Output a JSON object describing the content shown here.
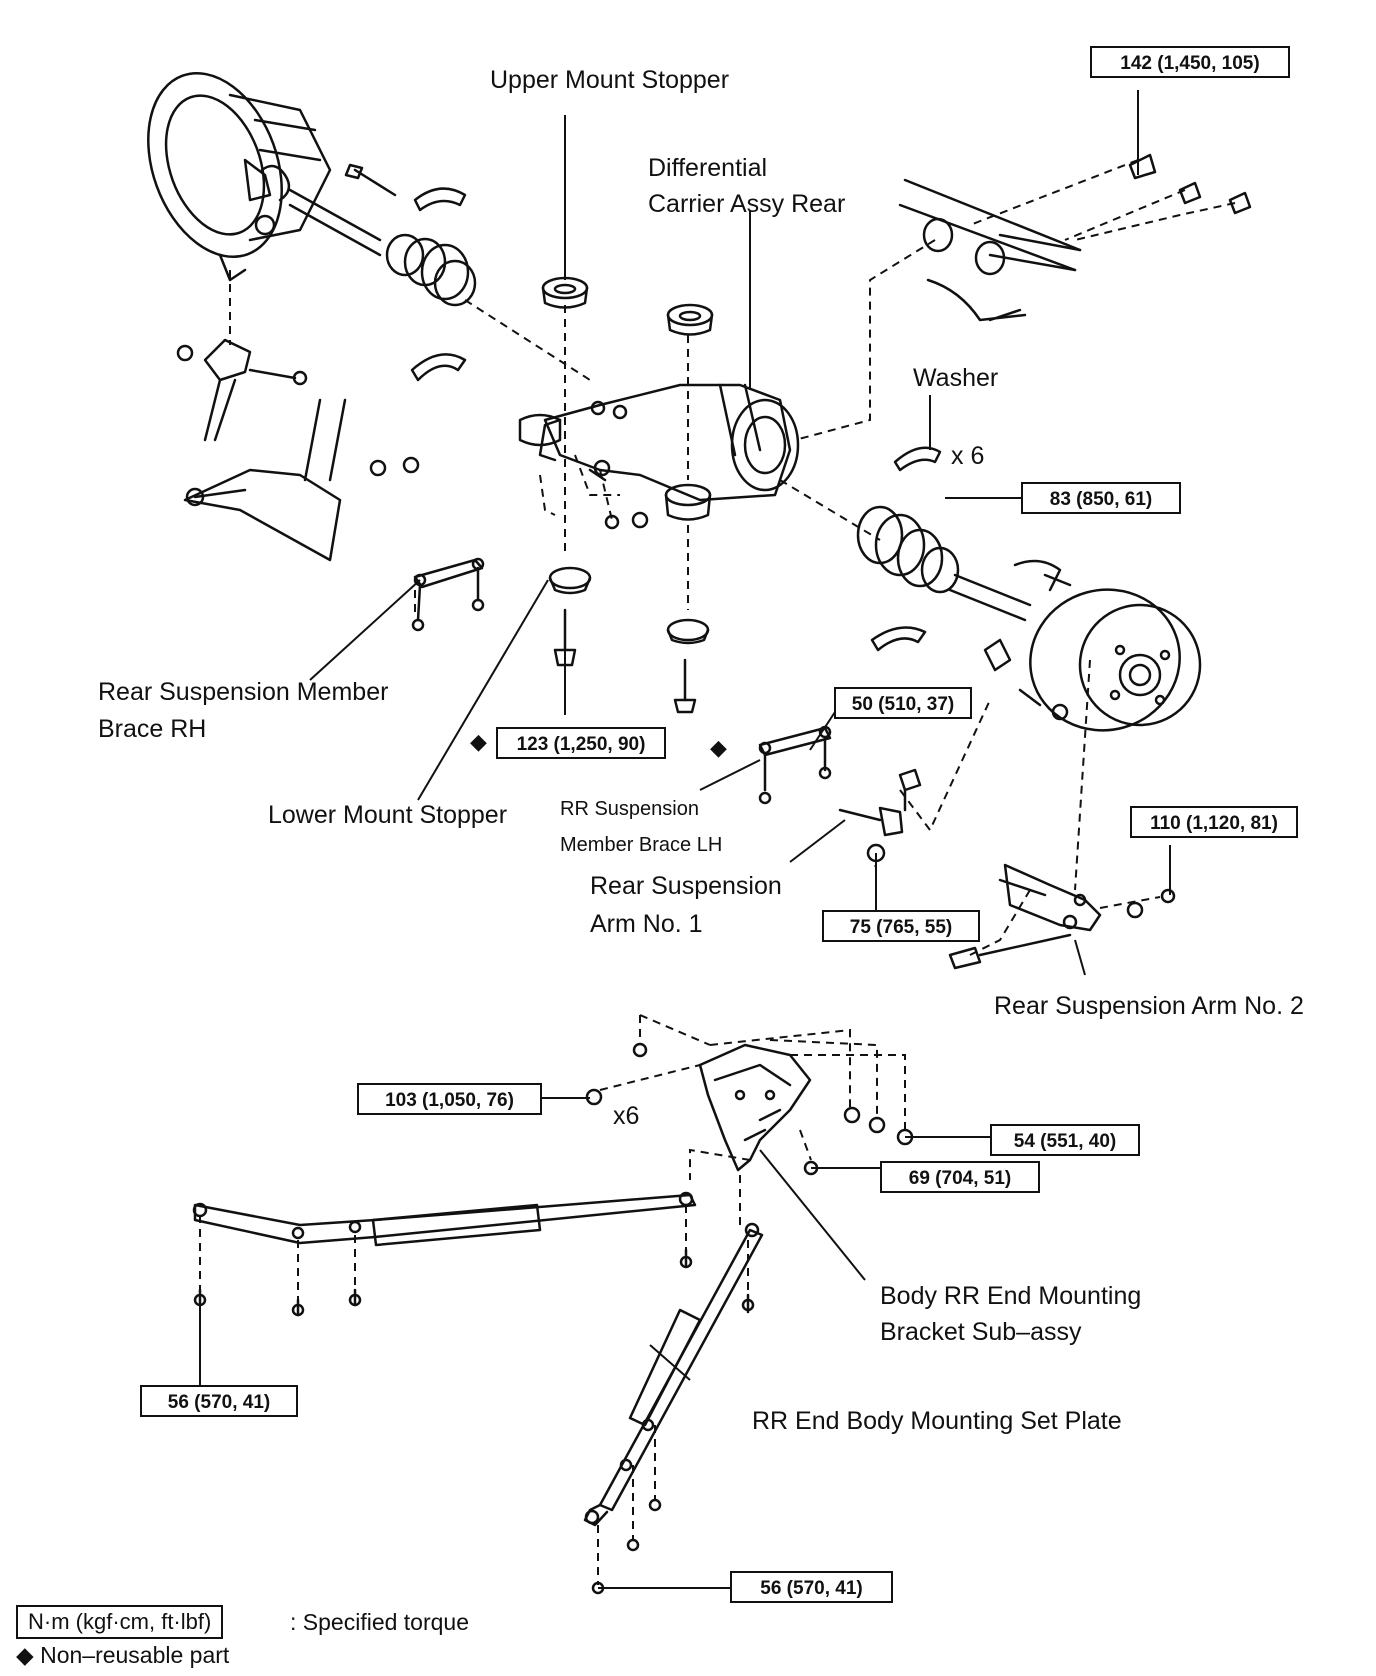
{
  "labels": {
    "upper_mount_stopper": "Upper Mount Stopper",
    "differential_line1": "Differential",
    "differential_line2": "Carrier Assy Rear",
    "washer": "Washer",
    "washer_qty": "x 6",
    "rear_susp_member_brace_rh_line1": "Rear Suspension Member",
    "rear_susp_member_brace_rh_line2": "Brace RH",
    "lower_mount_stopper": "Lower Mount Stopper",
    "rr_susp_member_brace_lh_line1": "RR Suspension",
    "rr_susp_member_brace_lh_line2": "Member Brace LH",
    "rear_susp_arm_no1_line1": "Rear Suspension",
    "rear_susp_arm_no1_line2": "Arm No. 1",
    "rear_susp_arm_no2": "Rear Suspension Arm No. 2",
    "bracket_qty": "x6",
    "body_rr_end_bracket_line1": "Body RR End Mounting",
    "body_rr_end_bracket_line2": "Bracket Sub–assy",
    "rr_end_body_set_plate": "RR End Body Mounting Set Plate"
  },
  "torques": {
    "t142": "142 (1,450, 105)",
    "t83": "83 (850, 61)",
    "t123": "123 (1,250, 90)",
    "t50": "50 (510, 37)",
    "t110": "110 (1,120, 81)",
    "t75": "75 (765, 55)",
    "t103": "103 (1,050, 76)",
    "t54": "54 (551, 40)",
    "t69": "69 (704, 51)",
    "t56a": "56 (570, 41)",
    "t56b": "56 (570, 41)"
  },
  "symbols": {
    "non_reusable": "◆"
  },
  "legend": {
    "torque_units": "N·m (kgf·cm, ft·lbf)",
    "torque_desc": ": Specified torque",
    "non_reusable_text": "◆ Non–reusable part"
  }
}
